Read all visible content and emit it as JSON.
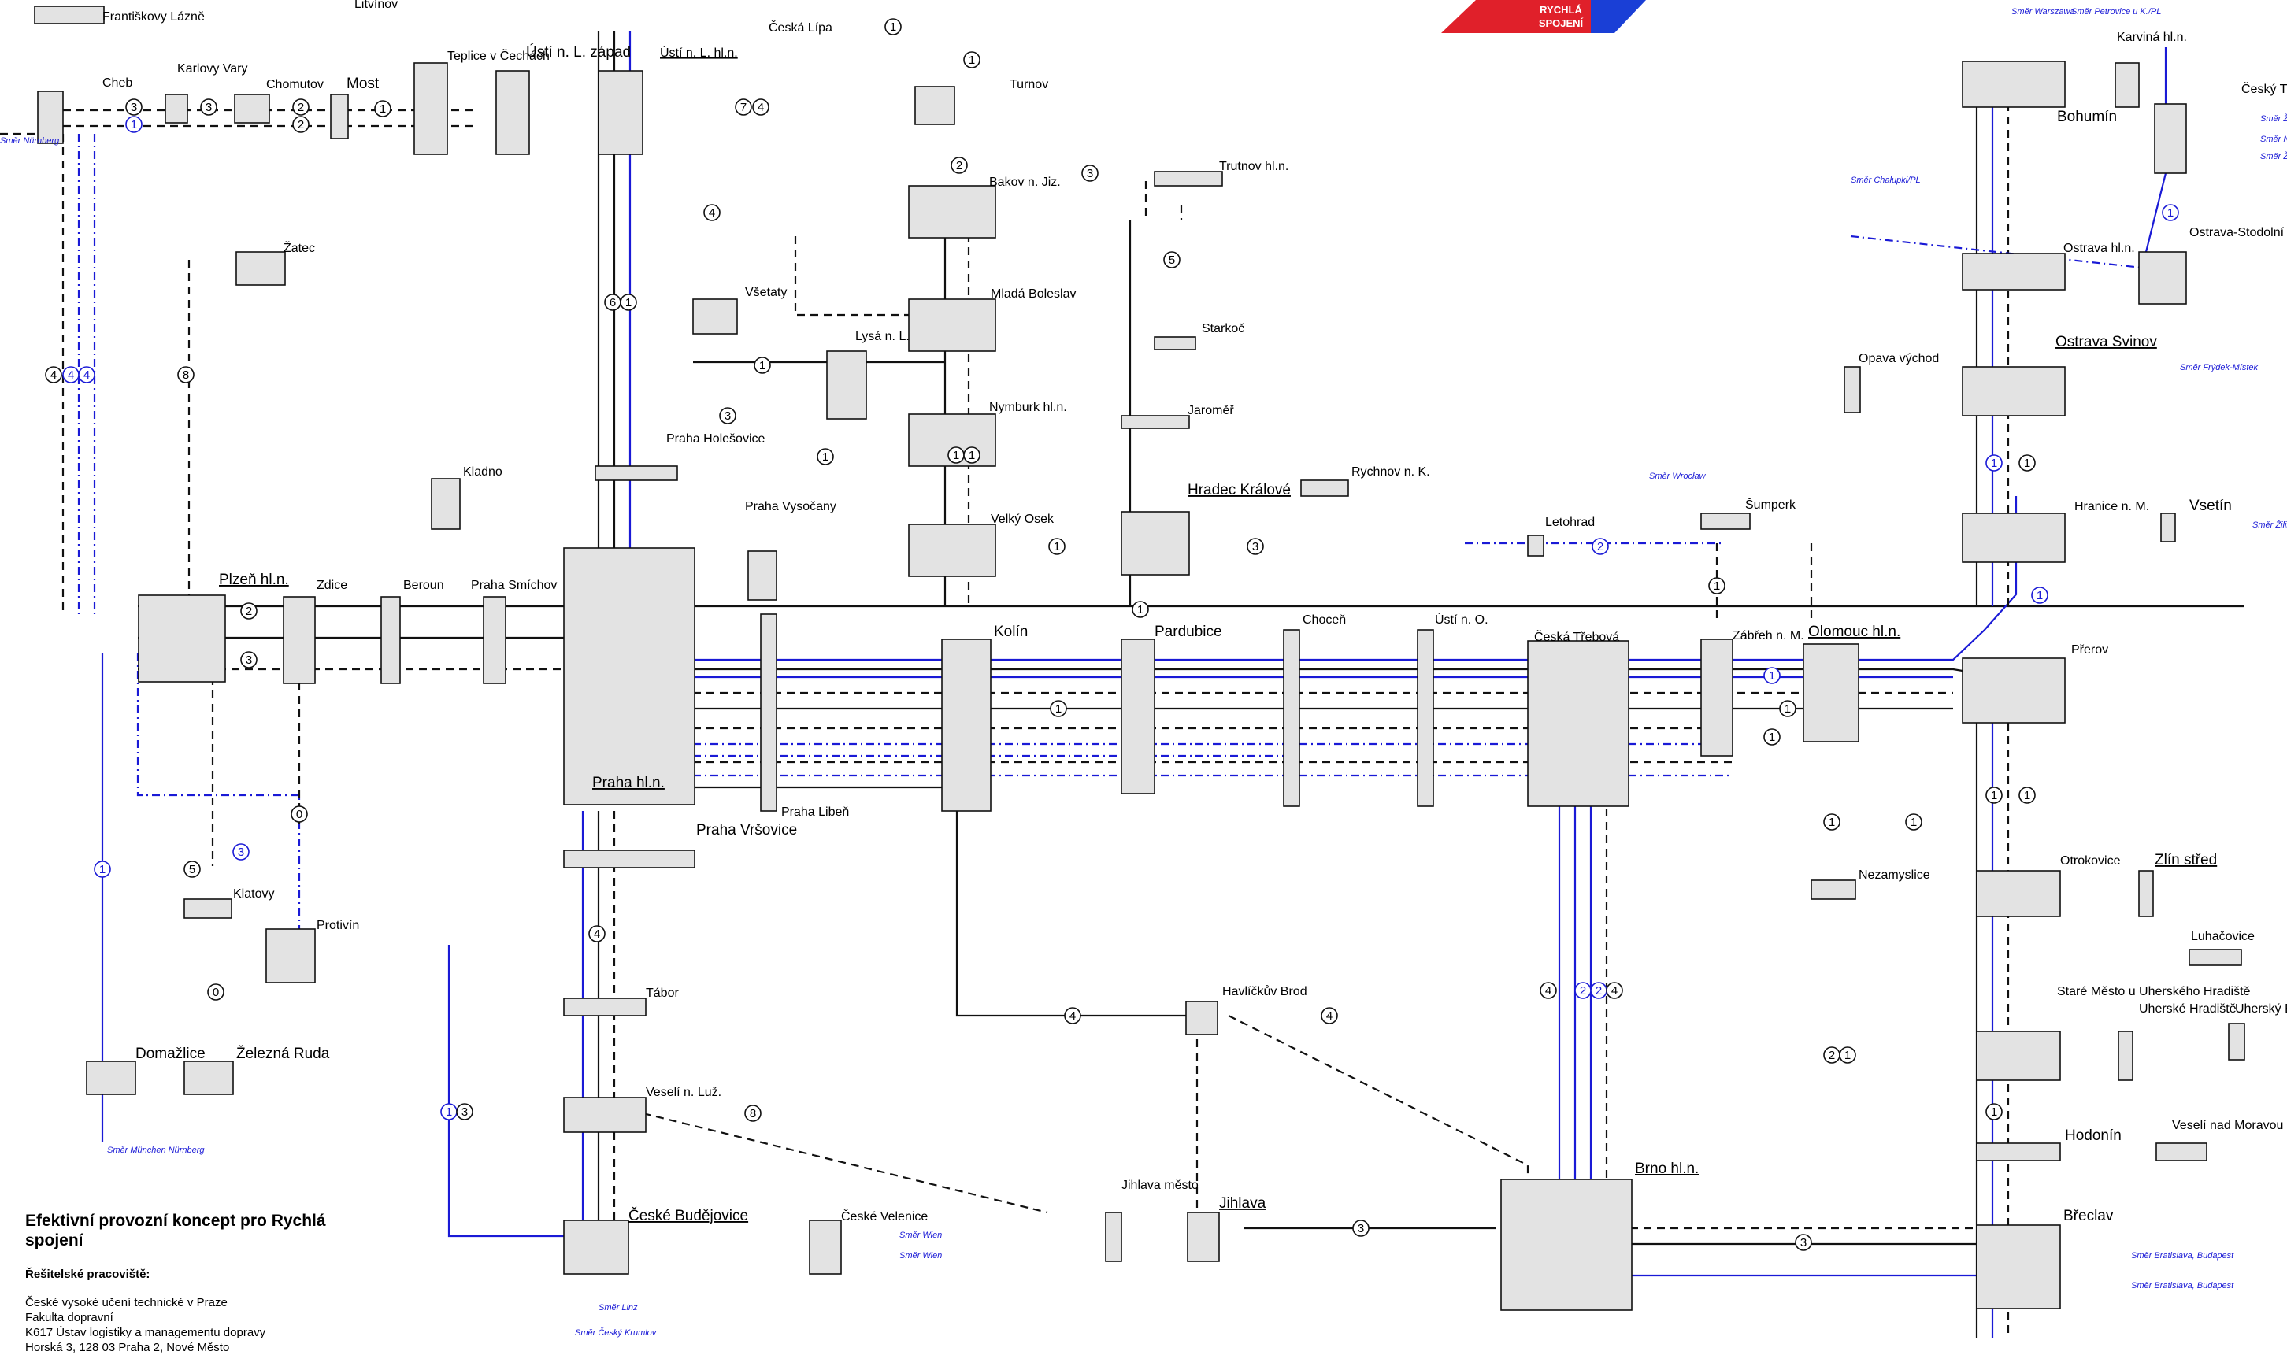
{
  "logo": {
    "line1": "RYCHLÁ",
    "line2": "SPOJENÍ",
    "red": "#e0202a",
    "blue": "#1a3fd6"
  },
  "credits": {
    "title": "Efektivní provozní koncept pro Rychlá spojení",
    "subtitle": "Řešitelské pracoviště:",
    "lines": [
      "České vysoké učení technické v Praze",
      "Fakulta dopravní",
      "K617 Ústav logistiky a managementu dopravy",
      "Horská 3, 128 03 Praha 2, Nové Město"
    ]
  },
  "colors": {
    "line_black": "#111111",
    "line_blue": "#1a1ad6",
    "station_fill": "#e3e3e3"
  },
  "stations": [
    {
      "id": "frantiskovy",
      "label": "Františkovy Lázně"
    },
    {
      "id": "cheb",
      "label": "Cheb"
    },
    {
      "id": "karlovy",
      "label": "Karlovy Vary"
    },
    {
      "id": "chomutov",
      "label": "Chomutov"
    },
    {
      "id": "most",
      "label": "Most"
    },
    {
      "id": "teplice",
      "label": "Teplice v Čechách"
    },
    {
      "id": "ustizapad",
      "label": "Ústí n. L. západ"
    },
    {
      "id": "ustihl",
      "label": "Ústí n. L. hl.n."
    },
    {
      "id": "litvinov",
      "label": "Litvínov"
    },
    {
      "id": "zatec",
      "label": "Žatec"
    },
    {
      "id": "ceskalipa",
      "label": "Česká Lípa"
    },
    {
      "id": "turnov",
      "label": "Turnov"
    },
    {
      "id": "bakov",
      "label": "Bakov n. Jiz."
    },
    {
      "id": "mladabol",
      "label": "Mladá Boleslav"
    },
    {
      "id": "vsetaty",
      "label": "Všetaty"
    },
    {
      "id": "lysa",
      "label": "Lysá n. L."
    },
    {
      "id": "nymburk",
      "label": "Nymburk hl.n."
    },
    {
      "id": "velkyosek",
      "label": "Velký Osek"
    },
    {
      "id": "trutnov",
      "label": "Trutnov hl.n."
    },
    {
      "id": "starkoc",
      "label": "Starkoč"
    },
    {
      "id": "jaromer",
      "label": "Jaroměř"
    },
    {
      "id": "hradec",
      "label": "Hradec Králové"
    },
    {
      "id": "rychnov",
      "label": "Rychnov n. K."
    },
    {
      "id": "kladno",
      "label": "Kladno"
    },
    {
      "id": "holesovice",
      "label": "Praha Holešovice"
    },
    {
      "id": "vysocany",
      "label": "Praha Vysočany"
    },
    {
      "id": "plzen",
      "label": "Plzeň hl.n."
    },
    {
      "id": "zdice",
      "label": "Zdice"
    },
    {
      "id": "beroun",
      "label": "Beroun"
    },
    {
      "id": "smichov",
      "label": "Praha Smíchov"
    },
    {
      "id": "prahahl",
      "label": "Praha hl.n."
    },
    {
      "id": "liben",
      "label": "Praha Libeň"
    },
    {
      "id": "vrsovice",
      "label": "Praha Vršovice"
    },
    {
      "id": "kolin",
      "label": "Kolín"
    },
    {
      "id": "pardubice",
      "label": "Pardubice"
    },
    {
      "id": "chocen",
      "label": "Choceň"
    },
    {
      "id": "ustio",
      "label": "Ústí n. O."
    },
    {
      "id": "ceskatrebova",
      "label": "Česká Třebová"
    },
    {
      "id": "letohrad",
      "label": "Letohrad"
    },
    {
      "id": "sumperk",
      "label": "Šumperk"
    },
    {
      "id": "zabreh",
      "label": "Zábřeh n. M."
    },
    {
      "id": "olomouc",
      "label": "Olomouc hl.n."
    },
    {
      "id": "prerov",
      "label": "Přerov"
    },
    {
      "id": "hranice",
      "label": "Hranice n. M."
    },
    {
      "id": "vsetin",
      "label": "Vsetín"
    },
    {
      "id": "opava",
      "label": "Opava východ"
    },
    {
      "id": "ostravasvinov",
      "label": "Ostrava Svinov"
    },
    {
      "id": "ostravahl",
      "label": "Ostrava hl.n."
    },
    {
      "id": "bohumin",
      "label": "Bohumín"
    },
    {
      "id": "karvina",
      "label": "Karviná hl.n."
    },
    {
      "id": "ceskytesin",
      "label": "Český Těšín"
    },
    {
      "id": "stodolni",
      "label": "Ostrava-Stodolní"
    },
    {
      "id": "klatovy",
      "label": "Klatovy"
    },
    {
      "id": "protivin",
      "label": "Protivín"
    },
    {
      "id": "domazlice",
      "label": "Domažlice"
    },
    {
      "id": "zeleznaruda",
      "label": "Železná Ruda"
    },
    {
      "id": "tabor",
      "label": "Tábor"
    },
    {
      "id": "veseliluz",
      "label": "Veselí n. Luž."
    },
    {
      "id": "budejovice",
      "label": "České Budějovice"
    },
    {
      "id": "velenice",
      "label": "České Velenice"
    },
    {
      "id": "havlickuv",
      "label": "Havlíčkův Brod"
    },
    {
      "id": "jihlavamesto",
      "label": "Jihlava město"
    },
    {
      "id": "jihlava",
      "label": "Jihlava"
    },
    {
      "id": "brno",
      "label": "Brno hl.n."
    },
    {
      "id": "breclav",
      "label": "Břeclav"
    },
    {
      "id": "hodonin",
      "label": "Hodonín"
    },
    {
      "id": "veselimor",
      "label": "Veselí nad Moravou"
    },
    {
      "id": "staremesto",
      "label": "Staré Město u Uherského Hradiště"
    },
    {
      "id": "uhhradiste",
      "label": "Uherské Hradiště"
    },
    {
      "id": "uhbrod",
      "label": "Uherský Brod"
    },
    {
      "id": "luhacovice",
      "label": "Luhačovice"
    },
    {
      "id": "otrokovice",
      "label": "Otrokovice"
    },
    {
      "id": "zlin",
      "label": "Zlín střed"
    },
    {
      "id": "nezamyslice",
      "label": "Nezamyslice"
    }
  ],
  "directions": [
    "Směr Nürnberg",
    "Směr München Nürnberg",
    "Směr Linz",
    "Směr Český Krumlov",
    "Směr Wien",
    "Směr Wien",
    "Směr Wrocław",
    "Směr Warszawa",
    "Směr Petrovice u K./PL",
    "Směr Chałupki/PL",
    "Směr Žilina",
    "Směr Náchod",
    "Směr Žilina",
    "Směr Frýdek-Místek",
    "Směr Žilina",
    "Směr Bratislava, Budapest",
    "Směr Bratislava, Budapest"
  ]
}
